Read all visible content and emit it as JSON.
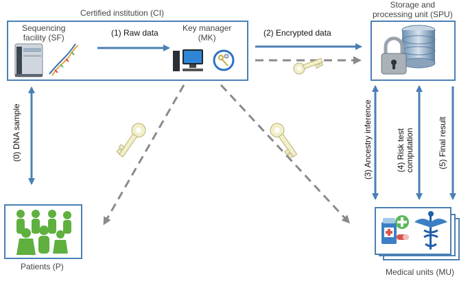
{
  "nodes": {
    "ci": "Certified institution (CI)",
    "sf": "Sequencing\nfacility (SF)",
    "mk": "Key manager\n(MK)",
    "spu": "Storage and\nprocessing unit (SPU)",
    "patients": "Patients (P)",
    "medical_units": "Medical units (MU)"
  },
  "edges": {
    "raw_data": "(1) Raw data",
    "encrypted_data": "(2) Encrypted data",
    "dna_sample": "(0) DNA sample",
    "ancestry": "(3) Ancestry inference",
    "risk_test": "(4) Risk test\ncomputation",
    "final_result": "(5) Final result"
  },
  "colors": {
    "arrow_blue": "#4a7fb4",
    "dashed_gray": "#8a8a8a",
    "key_fill": "#f3efc8",
    "patients_green": "#5fb03f"
  }
}
